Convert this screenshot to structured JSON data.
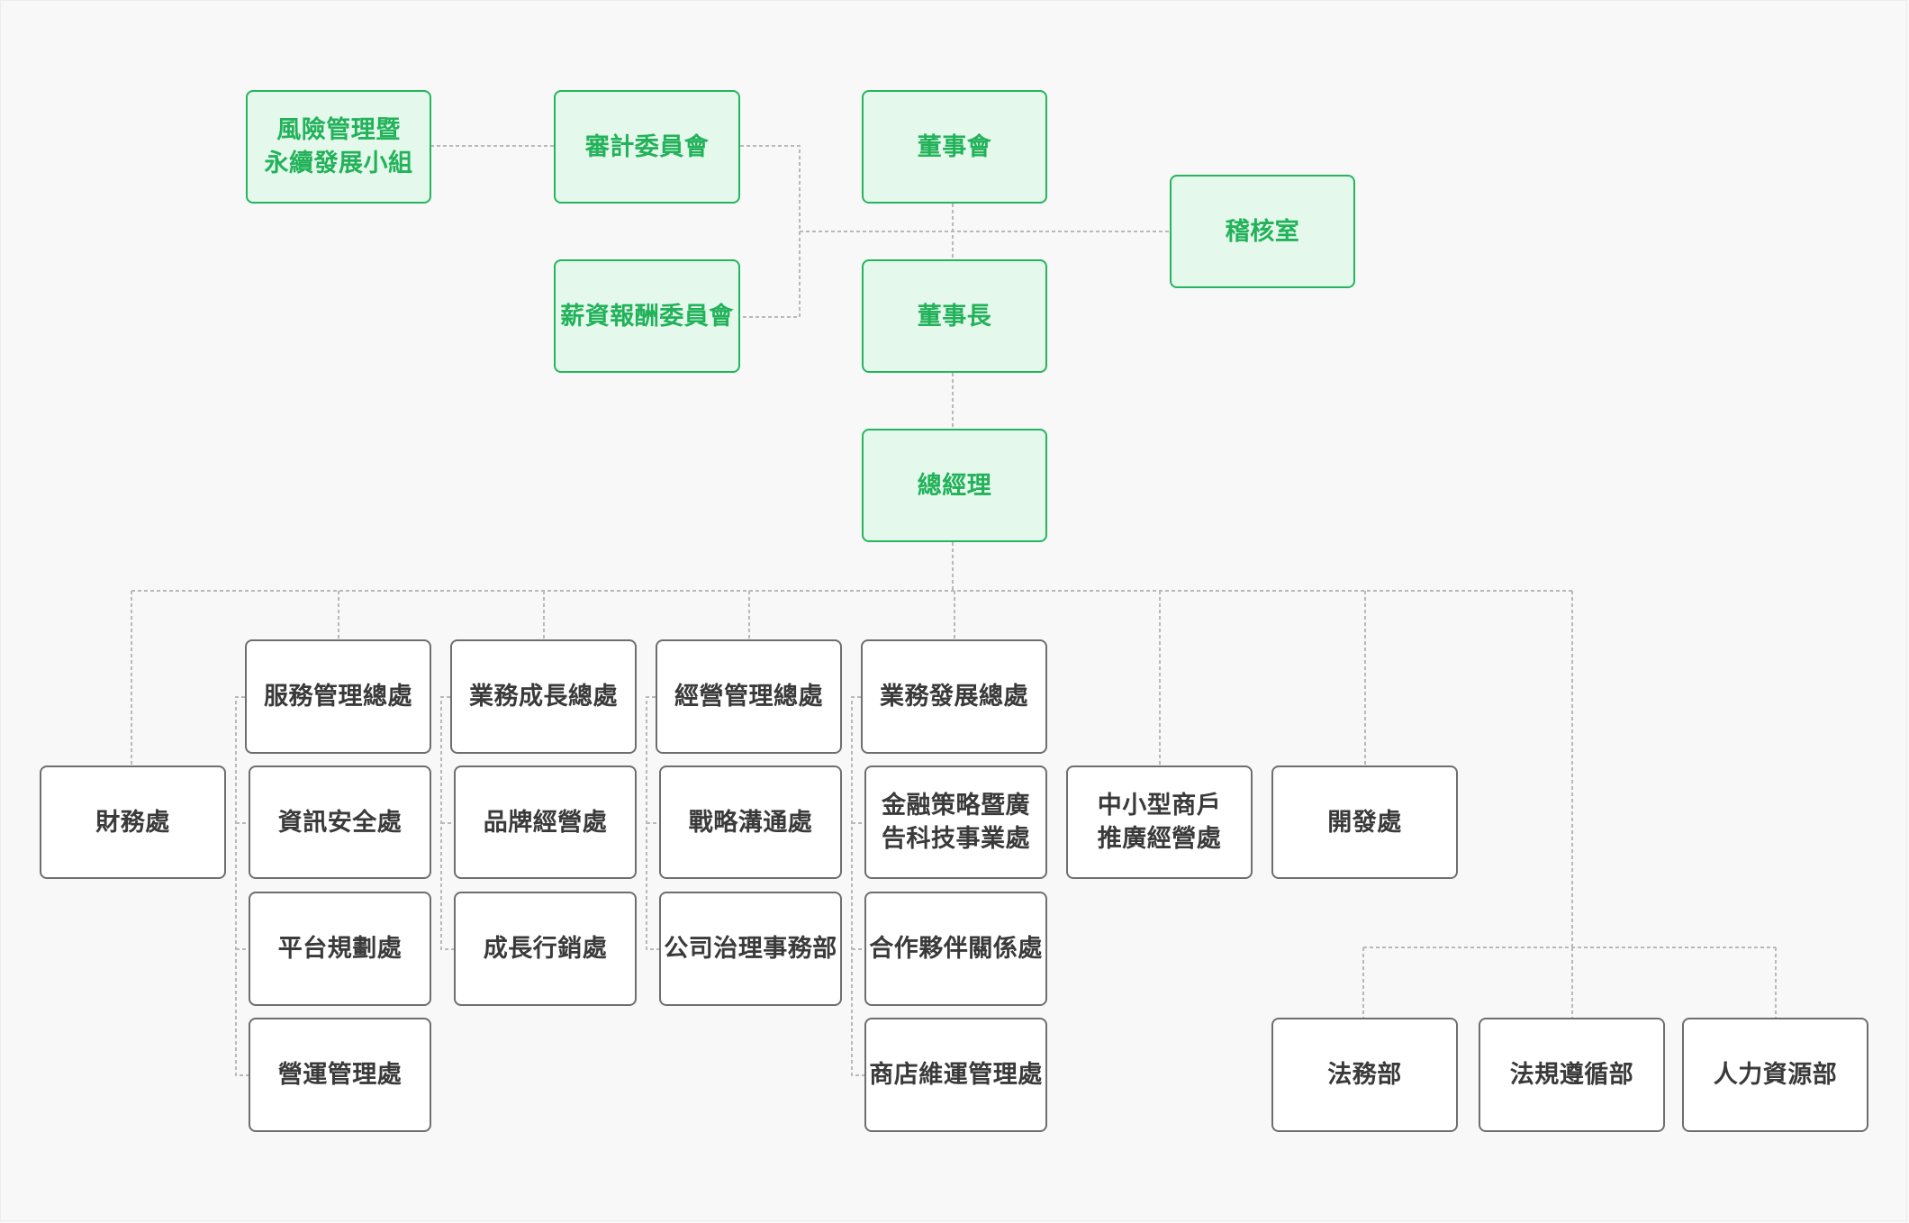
{
  "governance": {
    "risk_group": "風險管理暨\n永續發展小組",
    "audit_committee": "審計委員會",
    "board": "董事會",
    "audit_office": "稽核室",
    "compensation_committee": "薪資報酬委員會",
    "chairman": "董事長",
    "president": "總經理"
  },
  "units": {
    "finance": "財務處",
    "service_mgmt": "服務管理總處",
    "info_security": "資訊安全處",
    "platform_planning": "平台規劃處",
    "operations_mgmt": "營運管理處",
    "business_growth": "業務成長總處",
    "brand_ops": "品牌經營處",
    "growth_marketing": "成長行銷處",
    "business_mgmt": "經營管理總處",
    "strategy_comm": "戰略溝通處",
    "corp_governance": "公司治理事務部",
    "business_dev": "業務發展總處",
    "fintech_ad": "金融策略暨廣\n告科技事業處",
    "partner_relations": "合作夥伴關係處",
    "store_ops": "商店維運管理處",
    "sme_promotion": "中小型商戶\n推廣經營處",
    "development": "開發處",
    "legal": "法務部",
    "compliance": "法規遵循部",
    "hr": "人力資源部"
  },
  "colors": {
    "governance_border": "#24b55d",
    "governance_fill": "#e5f8ec",
    "unit_border": "#6e6e6e",
    "connector": "#b9b9b9"
  }
}
